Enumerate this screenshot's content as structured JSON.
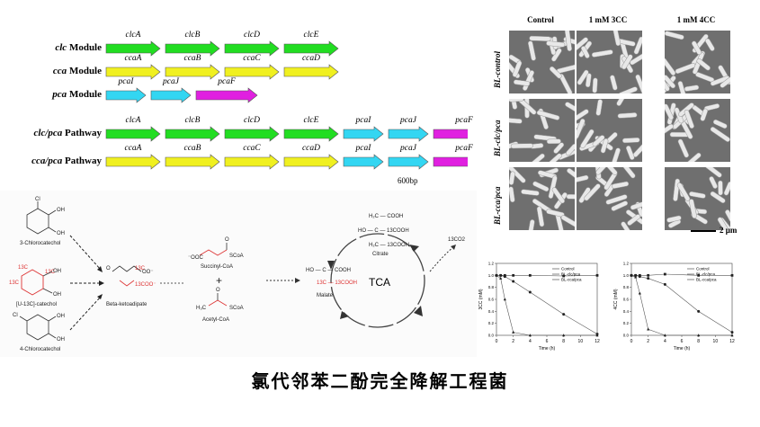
{
  "gene_panel": {
    "rows": [
      {
        "prefix": "clc",
        "suffix": " Module",
        "genes": [
          "clcA",
          "clcB",
          "clcD",
          "clcE"
        ]
      },
      {
        "prefix": "cca",
        "suffix": " Module",
        "genes": [
          "ccaA",
          "ccaB",
          "ccaC",
          "ccaD"
        ]
      },
      {
        "prefix": "pca",
        "suffix": " Module",
        "genes": [
          "pcaI",
          "pcaJ",
          "pcaF"
        ]
      },
      {
        "prefix": "clc/pca",
        "suffix": " Pathway",
        "genes": [
          "clcA",
          "clcB",
          "clcD",
          "clcE",
          "pcaI",
          "pcaJ",
          "pcaF"
        ]
      },
      {
        "prefix": "cca/pca",
        "suffix": " Pathway",
        "genes": [
          "ccaA",
          "ccaB",
          "ccaC",
          "ccaD",
          "pcaI",
          "pcaJ",
          "pcaF"
        ]
      }
    ],
    "scale_label": "600bp",
    "colors": {
      "clc": "#22dd22",
      "cca": "#f0f020",
      "pcaIJ": "#33d6f2",
      "pcaF": "#e020e0"
    }
  },
  "micrographs": {
    "columns": [
      "Control",
      "1 mM 3CC",
      "1 mM 4CC"
    ],
    "rows": [
      "BL-control",
      "BL-clc/pca",
      "BL-cca/pca"
    ],
    "scale_bar": "2 μm"
  },
  "pathway": {
    "compounds": [
      "3-Chlorocatechol",
      "[U-13C]-catechol",
      "4-Chlorocatechol",
      "Beta-ketoadipate",
      "Succinyl-CoA",
      "Acetyl-CoA",
      "Citrate",
      "Malate"
    ],
    "cycle_label": "TCA",
    "co2_label": "13CO2",
    "plus": "+"
  },
  "charts_text": {
    "legend": [
      "Control",
      "BL-clc/pca",
      "BL-cca/pca"
    ],
    "xlabel": "Time (h)",
    "ylabel_left": "3CC (mM)",
    "ylabel_right": "4CC (mM)"
  },
  "chart_data": [
    {
      "type": "line",
      "xlabel": "Time (h)",
      "ylabel": "3CC (mM)",
      "x": [
        0,
        0.5,
        1,
        2,
        4,
        8,
        12
      ],
      "ylim": [
        0,
        1.2
      ],
      "series": [
        {
          "name": "Control",
          "values": [
            1.0,
            1.0,
            1.0,
            1.0,
            1.0,
            0.99,
            1.0
          ]
        },
        {
          "name": "BL-clc/pca",
          "values": [
            1.0,
            1.0,
            0.98,
            0.9,
            0.72,
            0.35,
            0.02
          ]
        },
        {
          "name": "BL-cca/pca",
          "values": [
            1.0,
            0.95,
            0.6,
            0.05,
            0.0,
            0.0,
            0.0
          ]
        }
      ]
    },
    {
      "type": "line",
      "xlabel": "Time (h)",
      "ylabel": "4CC (mM)",
      "x": [
        0,
        0.5,
        1,
        2,
        4,
        8,
        12
      ],
      "ylim": [
        0,
        1.2
      ],
      "series": [
        {
          "name": "Control",
          "values": [
            1.0,
            1.0,
            1.0,
            1.0,
            1.02,
            1.0,
            1.0
          ]
        },
        {
          "name": "BL-clc/pca",
          "values": [
            1.0,
            1.0,
            0.98,
            0.95,
            0.85,
            0.4,
            0.05
          ]
        },
        {
          "name": "BL-cca/pca",
          "values": [
            1.0,
            0.97,
            0.7,
            0.1,
            0.0,
            0.0,
            0.0
          ]
        }
      ]
    }
  ],
  "caption": "氯代邻苯二酚完全降解工程菌"
}
